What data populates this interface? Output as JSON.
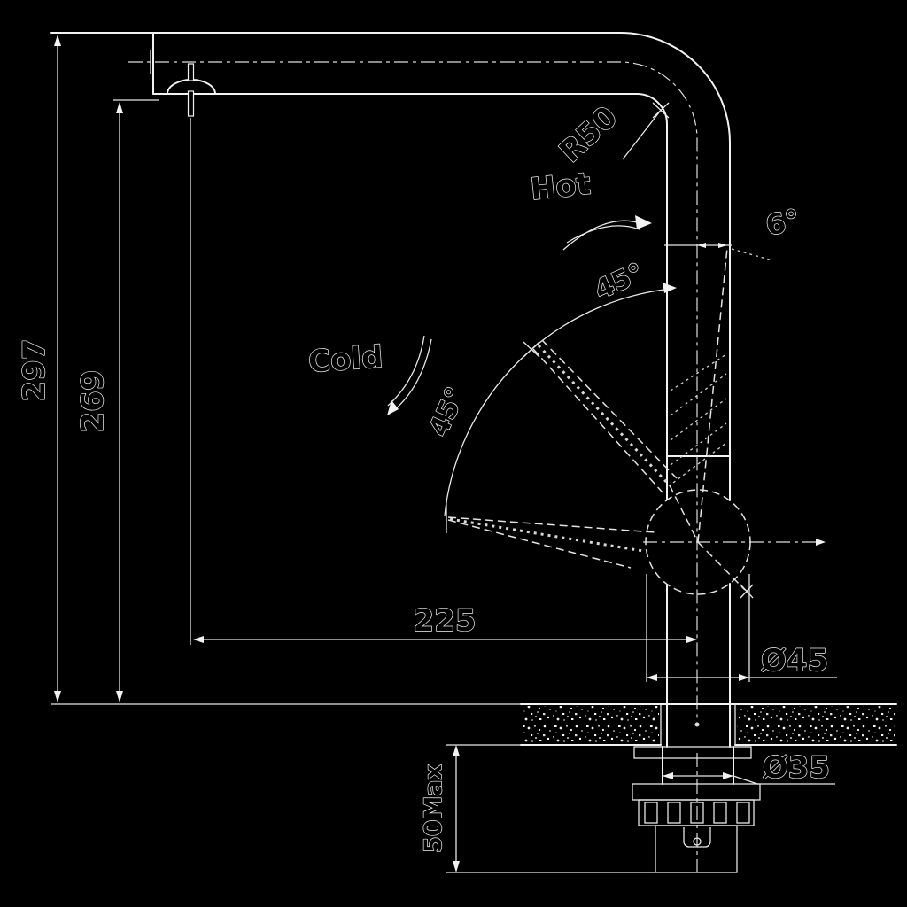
{
  "drawing": {
    "background": "#000000",
    "line_color": "#f2f2f2",
    "labels": {
      "hot": "Hot",
      "cold": "Cold",
      "bend_radius": "R50",
      "tilt_angle": "6°",
      "swing_upper": "45°",
      "swing_lower": "45°",
      "overall_height": "297",
      "spout_height": "269",
      "spout_reach": "225",
      "body_diameter": "Ø45",
      "hole_diameter": "Ø35",
      "max_deck_thickness": "50Max"
    }
  }
}
